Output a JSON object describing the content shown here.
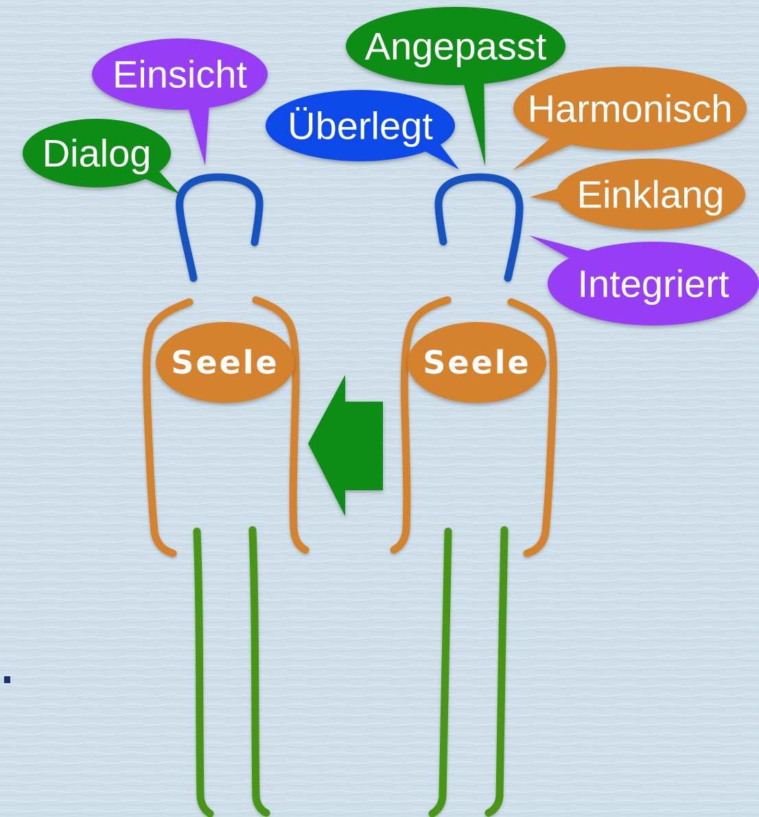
{
  "colors": {
    "background": "#cfdfea",
    "head": "#1553c1",
    "torso": "#d4822f",
    "legs": "#4a9612",
    "bubble_green": "#0c8c12",
    "bubble_purple": "#963cf5",
    "bubble_blue": "#0a49e8",
    "bubble_orange": "#d4822f",
    "arrow": "#0c8c12"
  },
  "left_figure": {
    "soul_label": "Seele",
    "bubbles": {
      "dialog": "Dialog",
      "einsicht": "Einsicht"
    }
  },
  "right_figure": {
    "soul_label": "Seele",
    "bubbles": {
      "angepasst": "Angepasst",
      "ueberlegt": "Überlegt",
      "harmonisch": "Harmonisch",
      "einklang": "Einklang",
      "integriert": "Integriert"
    }
  },
  "arrow": {
    "direction": "left"
  }
}
